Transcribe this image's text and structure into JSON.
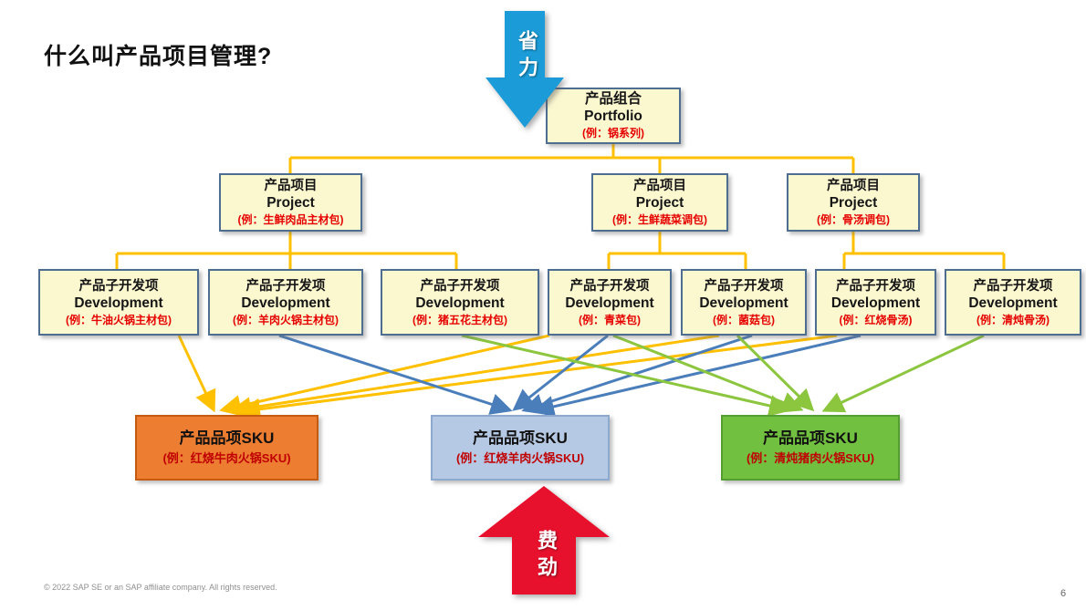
{
  "slide": {
    "title": "什么叫产品项目管理?",
    "copyright": "© 2022 SAP SE or an SAP affiliate company. All rights reserved.",
    "page_number": "6"
  },
  "effort_arrows": {
    "top": {
      "label": "省力",
      "direction": "down"
    },
    "bottom": {
      "label": "费劲",
      "direction": "up"
    }
  },
  "tree": {
    "portfolio": {
      "line1": "产品组合",
      "line2": "Portfolio",
      "example": "(例：锅系列)"
    },
    "projects": [
      {
        "line1": "产品项目",
        "line2": "Project",
        "example": "(例：生鲜肉品主材包)"
      },
      {
        "line1": "产品项目",
        "line2": "Project",
        "example": "(例：生鲜蔬菜调包)"
      },
      {
        "line1": "产品项目",
        "line2": "Project",
        "example": "(例：骨汤调包)"
      }
    ],
    "developments": [
      {
        "line1": "产品子开发项",
        "line2": "Development",
        "example": "(例：牛油火锅主材包)"
      },
      {
        "line1": "产品子开发项",
        "line2": "Development",
        "example": "(例：羊肉火锅主材包)"
      },
      {
        "line1": "产品子开发项",
        "line2": "Development",
        "example": "(例：猪五花主材包)"
      },
      {
        "line1": "产品子开发项",
        "line2": "Development",
        "example": "(例：青菜包)"
      },
      {
        "line1": "产品子开发项",
        "line2": "Development",
        "example": "(例：菌菇包)"
      },
      {
        "line1": "产品子开发项",
        "line2": "Development",
        "example": "(例：红烧骨汤)"
      },
      {
        "line1": "产品子开发项",
        "line2": "Development",
        "example": "(例：清炖骨汤)"
      }
    ],
    "skus": [
      {
        "line1": "产品品项SKU",
        "example": "(例：红烧牛肉火锅SKU)",
        "variant": "orange"
      },
      {
        "line1": "产品品项SKU",
        "example": "(例：红烧羊肉火锅SKU)",
        "variant": "blue"
      },
      {
        "line1": "产品品项SKU",
        "example": "(例：清炖猪肉火锅SKU)",
        "variant": "green"
      }
    ],
    "sku_links": [
      {
        "sku": 0,
        "developments": [
          0,
          3,
          4,
          5
        ],
        "color": "yellow"
      },
      {
        "sku": 1,
        "developments": [
          1,
          3,
          4,
          5
        ],
        "color": "blue"
      },
      {
        "sku": 2,
        "developments": [
          2,
          3,
          4,
          6
        ],
        "color": "green"
      }
    ]
  },
  "colors": {
    "connector_yellow": "#FFC000",
    "arrow_blue": "#4A7EBB",
    "arrow_green": "#8CC63F",
    "big_arrow_blue": "#1B9CD8",
    "big_arrow_red": "#E8112D",
    "node_fill": "#FBF8D0",
    "node_border": "#4D6E91",
    "example_red": "#E60000",
    "sku_example_red": "#C00000",
    "sku_orange_fill": "#ED7D31",
    "sku_orange_border": "#C55A11",
    "sku_blue_fill": "#B6C9E4",
    "sku_blue_border": "#8EA9CE",
    "sku_green_fill": "#71C040",
    "sku_green_border": "#549E31"
  }
}
